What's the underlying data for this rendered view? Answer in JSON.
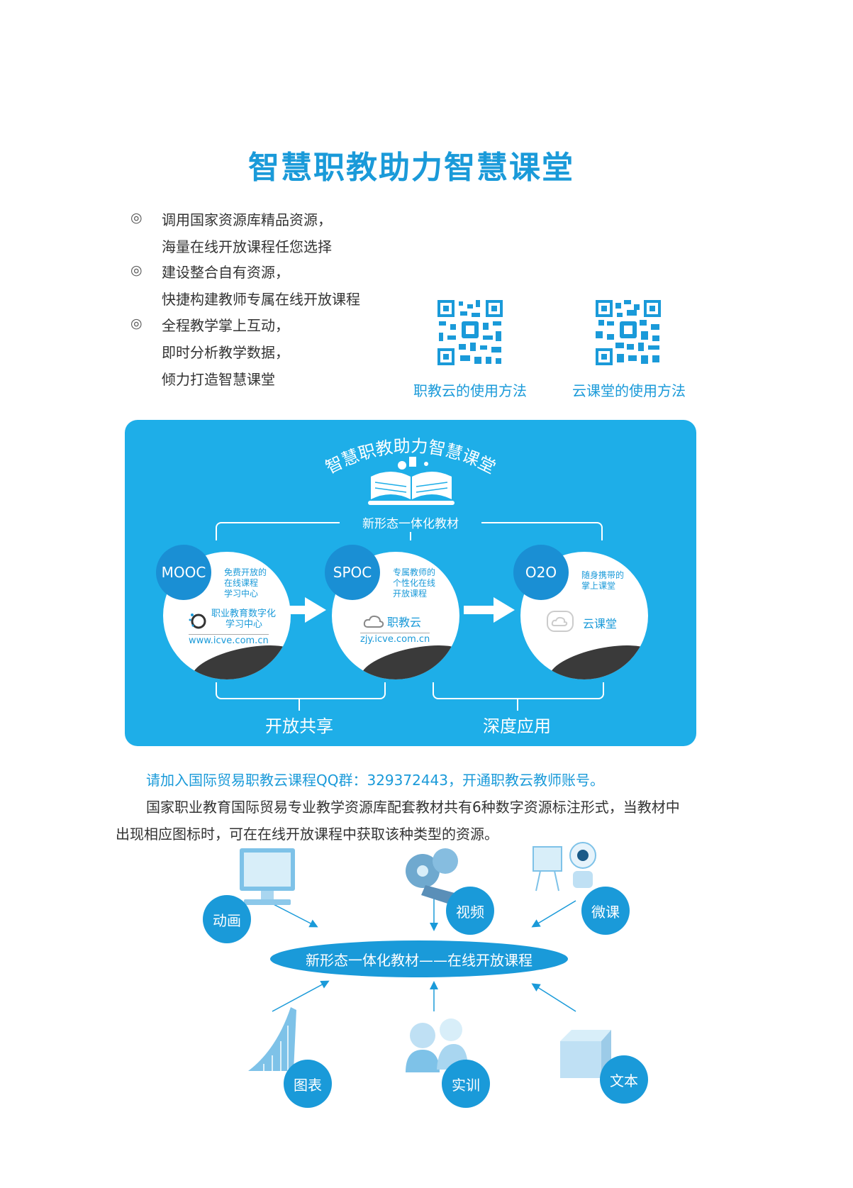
{
  "title": "智慧职教助力智慧课堂",
  "bullets": [
    {
      "marker": "◎",
      "lines": [
        "调用国家资源库精品资源，",
        "海量在线开放课程任您选择"
      ]
    },
    {
      "marker": "◎",
      "lines": [
        "建设整合自有资源，",
        "快捷构建教师专属在线开放课程"
      ]
    },
    {
      "marker": "◎",
      "lines": [
        "全程教学掌上互动，",
        "即时分析教学数据，",
        "倾力打造智慧课堂"
      ]
    }
  ],
  "qr_codes": [
    {
      "label": "职教云的使用方法"
    },
    {
      "label": "云课堂的使用方法"
    }
  ],
  "panel": {
    "arc_title": "智慧职教助力智慧课堂",
    "book_caption": "新形态一体化教材",
    "circles": [
      {
        "badge": "MOOC",
        "lines": [
          "免费开放的",
          "在线课程",
          "学习中心"
        ],
        "site": "职业教育数字化",
        "site2": "学习中心",
        "url": "www.icve.com.cn"
      },
      {
        "badge": "SPOC",
        "lines": [
          "专属教师的",
          "个性化在线",
          "开放课程"
        ],
        "site": "职教云",
        "url": "zjy.icve.com.cn"
      },
      {
        "badge": "O2O",
        "lines": [
          "随身携带的",
          "掌上课堂"
        ],
        "site": "云课堂",
        "url": ""
      }
    ],
    "bottom_left": "开放共享",
    "bottom_right": "深度应用"
  },
  "qq_line": "请加入国际贸易职教云课程QQ群：329372443，开通职教云教师账号。",
  "paragraph": [
    "国家职业教育国际贸易专业教学资源库配套教材共有6种数字资源标注形式，当教材中",
    "出现相应图标时，可在在线开放课程中获取该种类型的资源。"
  ],
  "resources": {
    "center": "新形态一体化教材——在线开放课程",
    "items": [
      "动画",
      "视频",
      "微课",
      "图表",
      "实训",
      "文本"
    ]
  },
  "colors": {
    "accent": "#1a9ad9",
    "panel": "#1eaee8",
    "badge": "#1a8fd4"
  }
}
